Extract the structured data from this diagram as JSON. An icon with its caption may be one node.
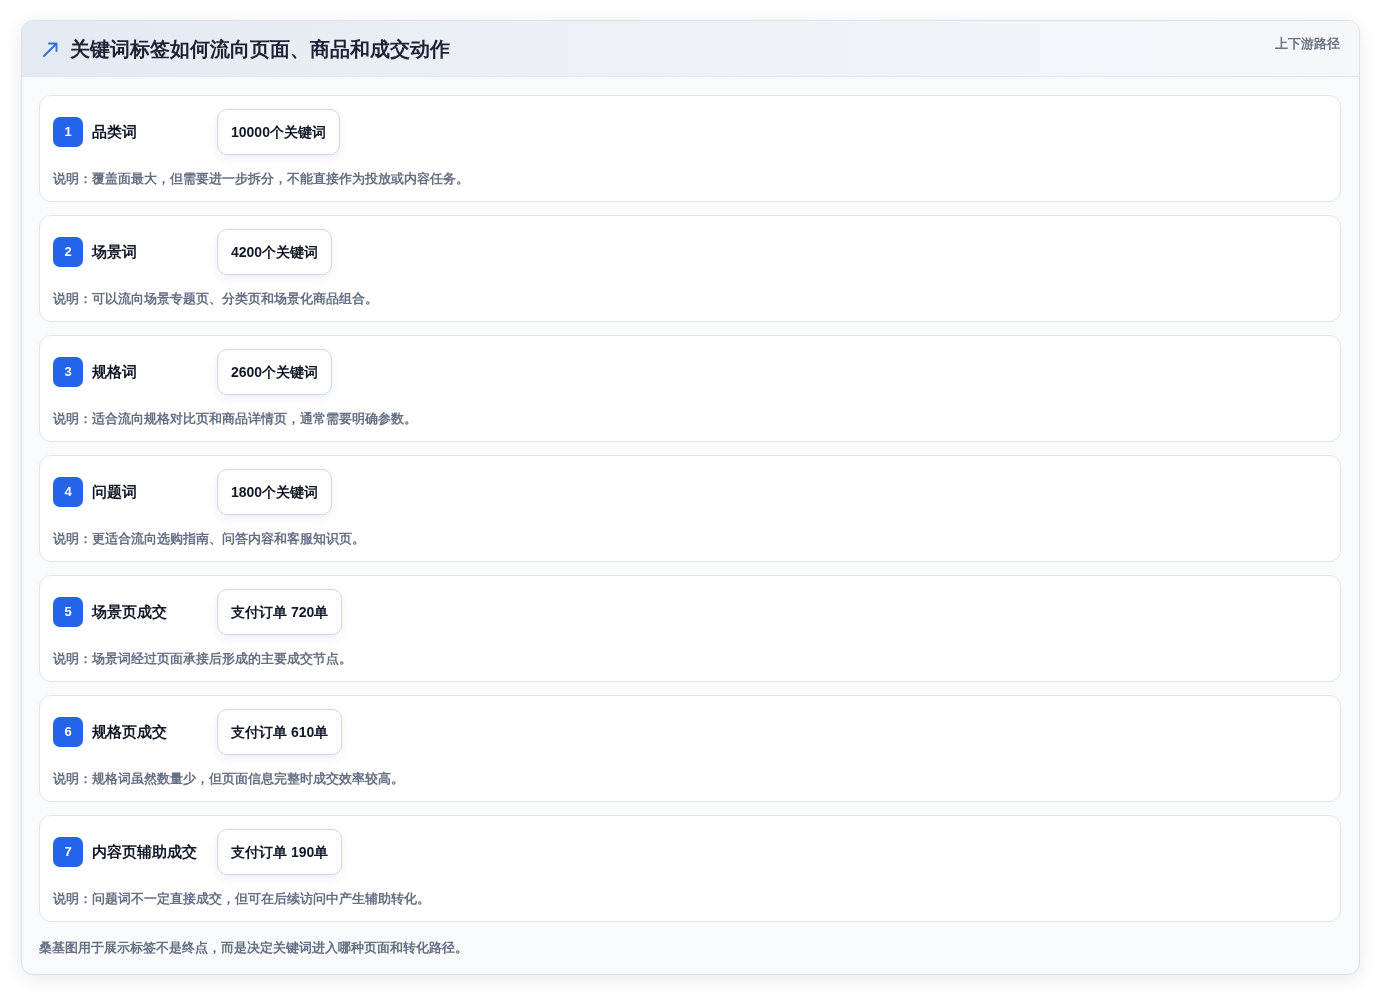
{
  "diagram": {
    "title": "关键词标签如何流向页面、商品和成交动作",
    "caption": "桑基图用于展示标签不是终点，而是决定关键词进入哪种页面和转化路径。",
    "labels": [
      "上下游路径"
    ],
    "nodes": [
      {
        "text": [
          "品类词",
          "说明：覆盖面最大，但需要进一步拆分，不能直接作为投放或内容任务。"
        ]
      },
      {
        "text": [
          "1"
        ],
        "in": 0
      },
      {
        "text": [
          "10000个关键词"
        ],
        "in": 0
      },
      {
        "text": [
          "场景词",
          "说明：可以流向场景专题页、分类页和场景化商品组合。"
        ]
      },
      {
        "text": [
          "2"
        ],
        "in": 3
      },
      {
        "text": [
          "4200个关键词"
        ],
        "in": 3
      },
      {
        "text": [
          "规格词",
          "说明：适合流向规格对比页和商品详情页，通常需要明确参数。"
        ]
      },
      {
        "text": [
          "3"
        ],
        "in": 6
      },
      {
        "text": [
          "2600个关键词"
        ],
        "in": 6
      },
      {
        "text": [
          "问题词",
          "说明：更适合流向选购指南、问答内容和客服知识页。"
        ]
      },
      {
        "text": [
          "4"
        ],
        "in": 9
      },
      {
        "text": [
          "1800个关键词"
        ],
        "in": 9
      },
      {
        "text": [
          "场景页成交",
          "说明：场景词经过页面承接后形成的主要成交节点。"
        ]
      },
      {
        "text": [
          "5"
        ],
        "in": 12
      },
      {
        "text": [
          "支付订单 720单"
        ],
        "in": 12
      },
      {
        "text": [
          "规格页成交",
          "说明：规格词虽然数量少，但页面信息完整时成交效率较高。"
        ]
      },
      {
        "text": [
          "6"
        ],
        "in": 15
      },
      {
        "text": [
          "支付订单 610单"
        ],
        "in": 15
      },
      {
        "text": [
          "内容页辅助成交",
          "说明：问题词不一定直接成交，但可在后续访问中产生辅助转化。"
        ]
      },
      {
        "text": [
          "7"
        ],
        "in": 18
      },
      {
        "text": [
          "支付订单 190单"
        ],
        "in": 18
      }
    ]
  }
}
